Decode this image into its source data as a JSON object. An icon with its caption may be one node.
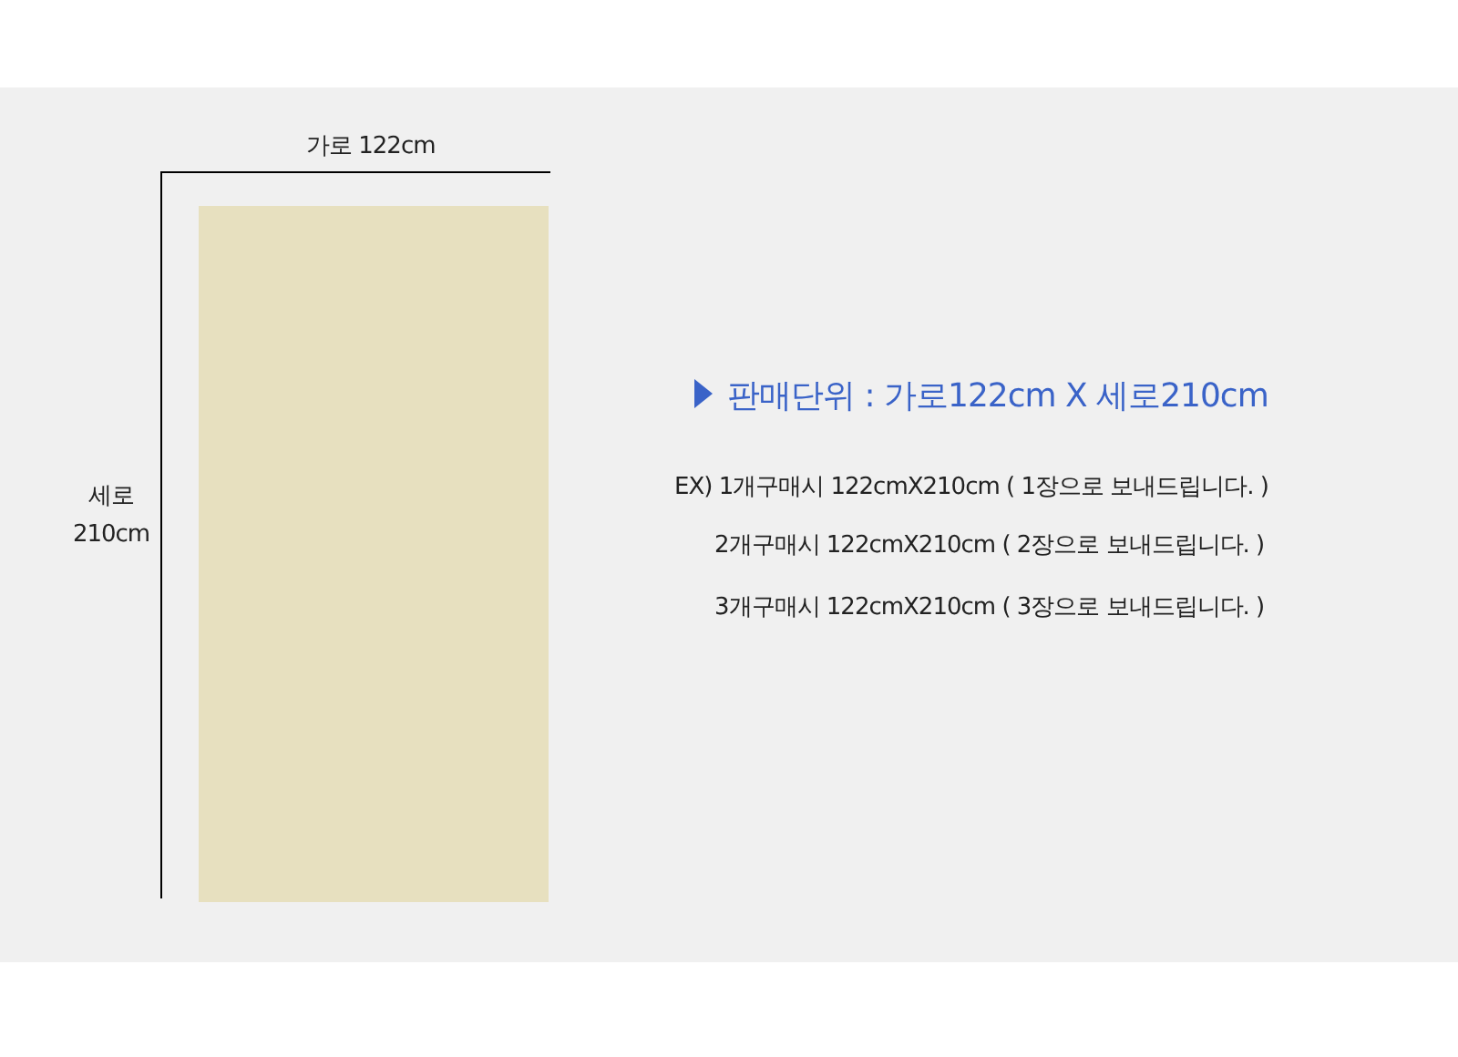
{
  "diagram": {
    "nodes": [
      {
        "text": [],
        "shape": "box"
      }
    ],
    "edges": [],
    "labels": [
      "가로 122cm",
      "세로 210cm",
      "판매단위 : 가로122cm X 세로210cm",
      "EX) 1개구매시 122cmX210cm ( 1장으로 보내드립니다. )",
      "2개구매시 122cmX210cm ( 2장으로 보내드립니다. )",
      "3개구매시 122cmX210cm ( 3장으로 보내드립니다. )"
    ]
  }
}
